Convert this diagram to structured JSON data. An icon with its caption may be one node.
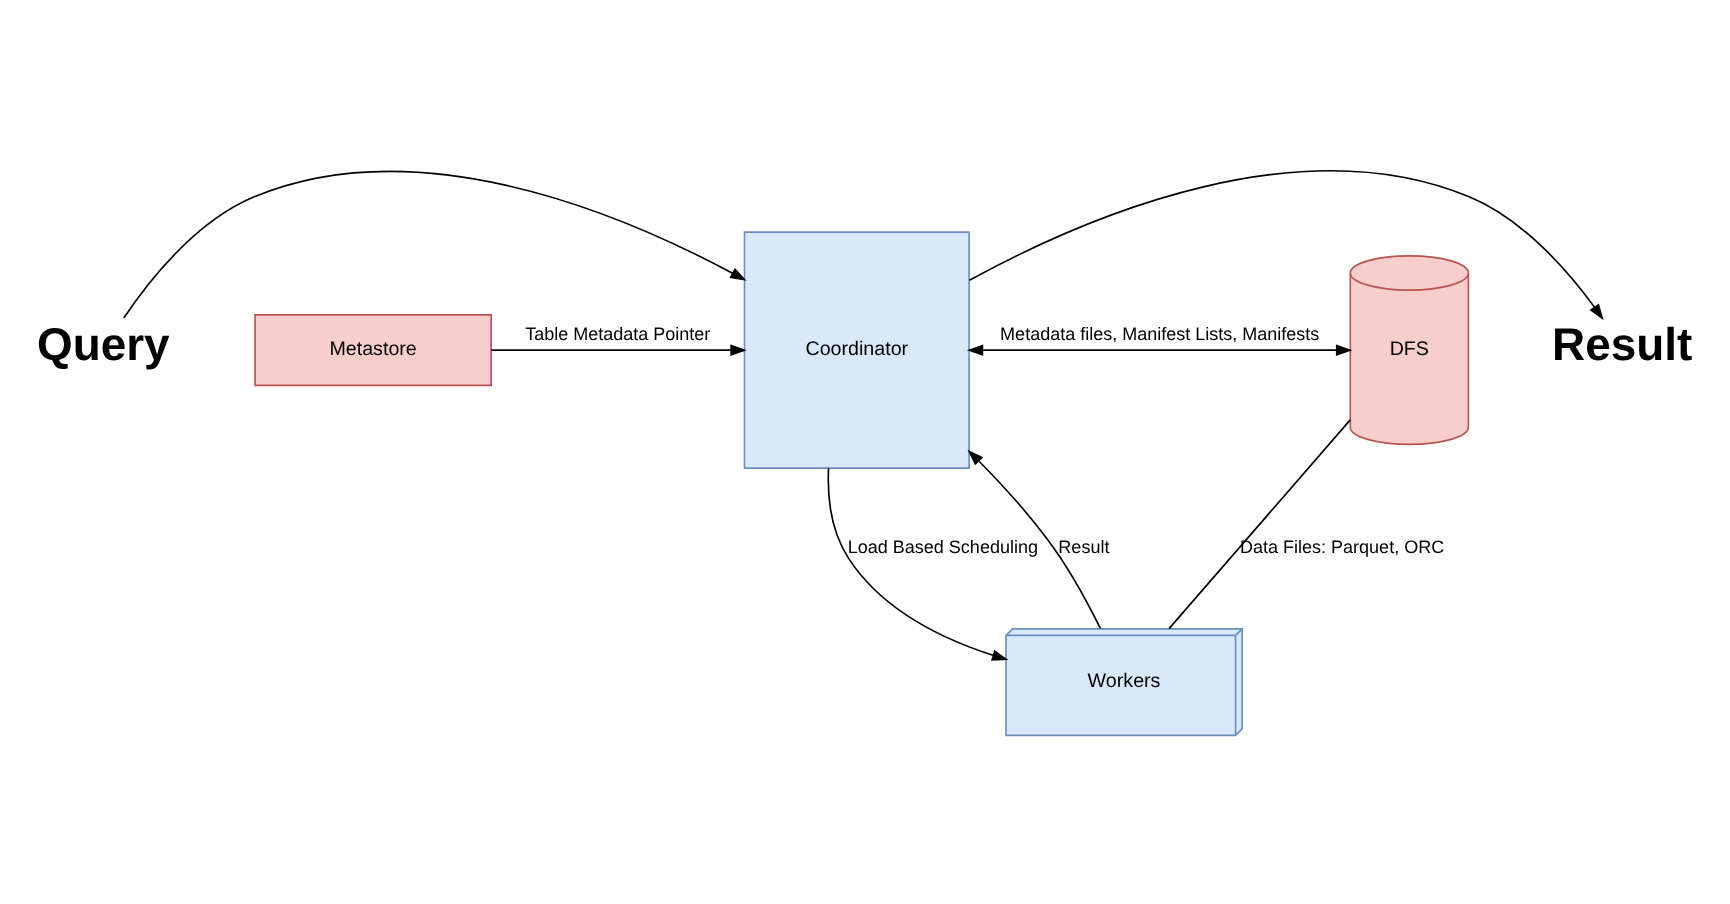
{
  "diagram": {
    "nodes": [
      {
        "text": [
          "Query"
        ]
      },
      {
        "text": [
          "Result"
        ]
      },
      {
        "text": [
          "Coordinator"
        ]
      },
      {
        "text": [
          "Metastore"
        ]
      },
      {
        "text": [
          "DFS"
        ]
      },
      {
        "text": [
          "Workers"
        ]
      }
    ],
    "edges": [
      {
        "from": 0,
        "to": 2,
        "arrow": "to"
      },
      {
        "from": 3,
        "to": 2,
        "arrow": "to",
        "label": "Table Metadata Pointer"
      },
      {
        "from": 2,
        "to": 4,
        "arrow": "both",
        "label": "Metadata files, Manifest Lists, Manifests"
      },
      {
        "from": 2,
        "to": 1,
        "arrow": "to"
      },
      {
        "from": 2,
        "to": 5,
        "arrow": "to",
        "label": "Load Based Scheduling"
      },
      {
        "from": 5,
        "to": 2,
        "arrow": "to",
        "label": "Result"
      },
      {
        "from": 5,
        "to": 4,
        "arrow": "none",
        "label": "Data Files: Parquet, ORC"
      }
    ]
  }
}
